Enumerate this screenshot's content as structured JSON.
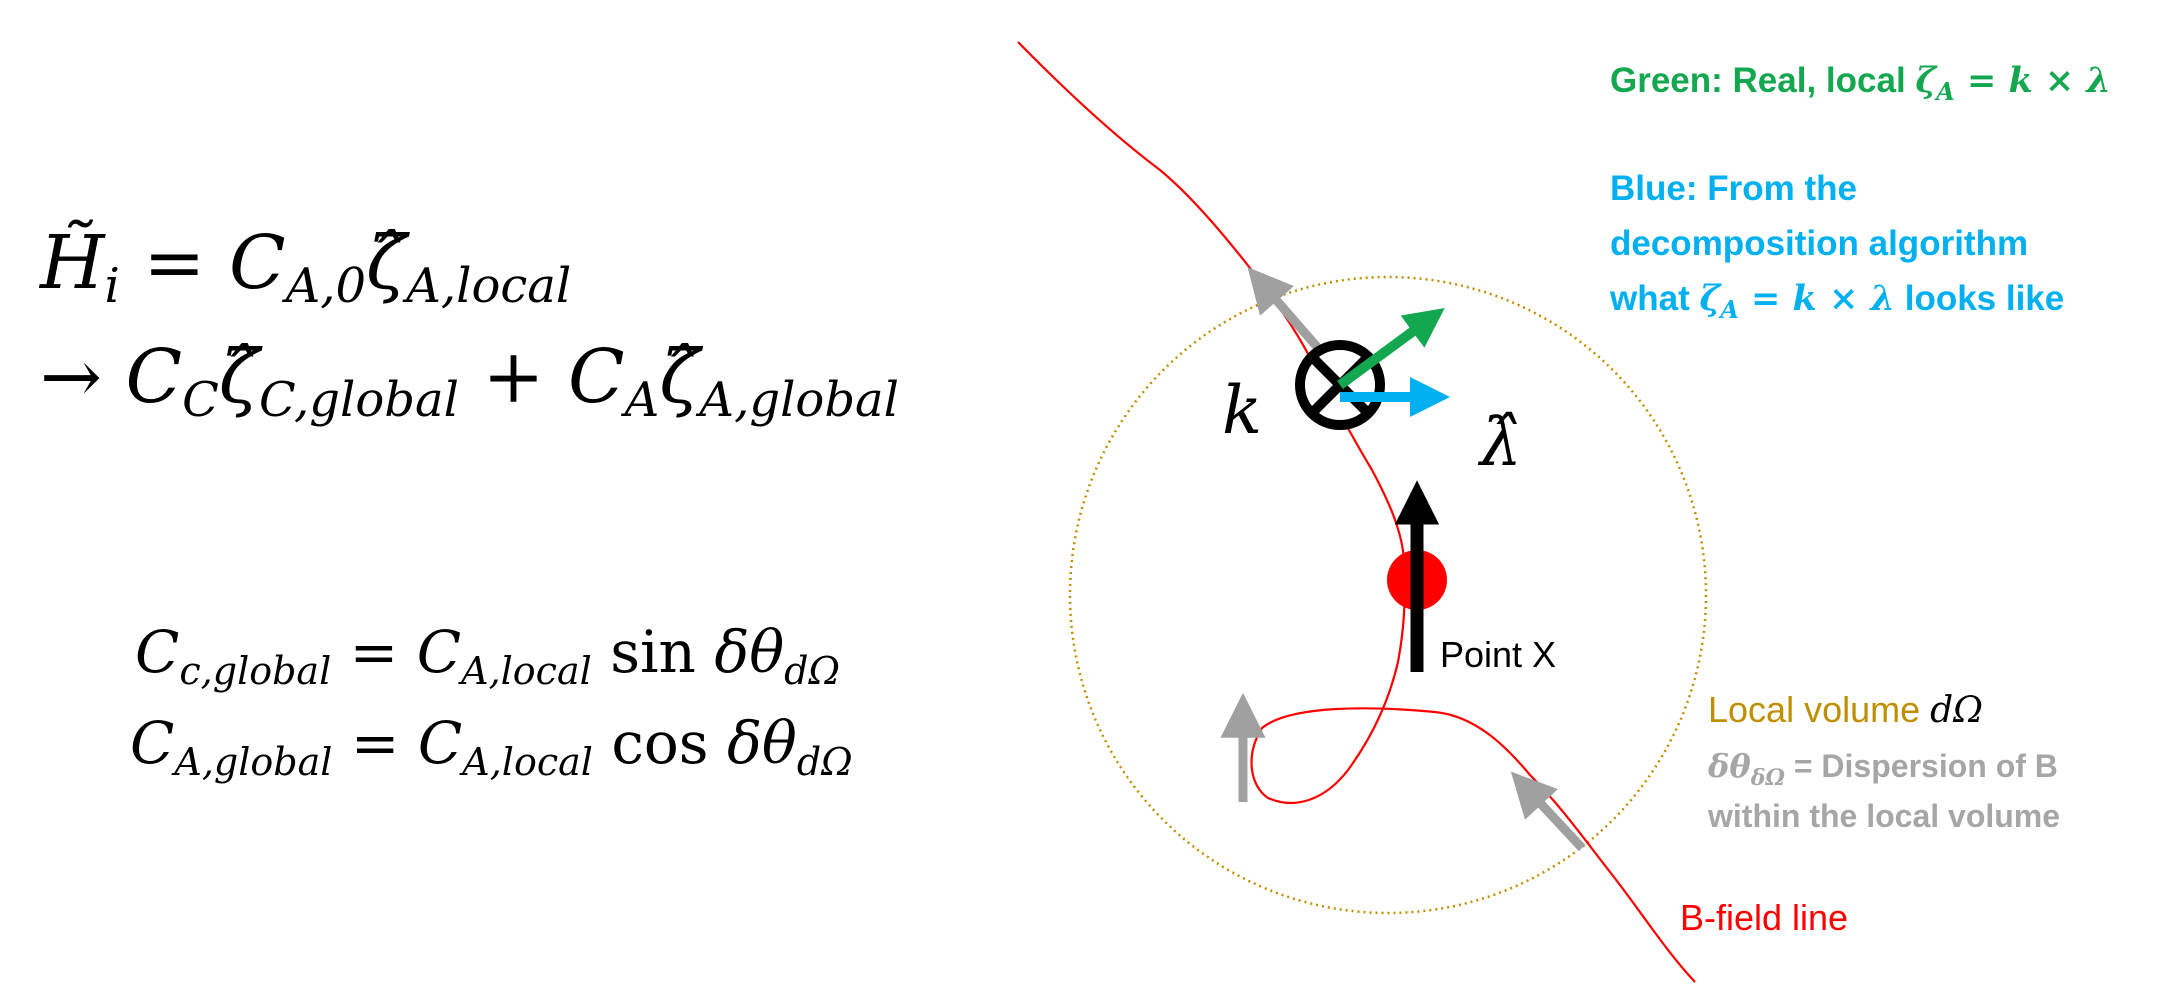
{
  "equations": {
    "main_line1": {
      "lhs": "H̃",
      "lhs_sub": "i",
      "eq": " = ",
      "t1": "C",
      "t1_sub": "A,0",
      "t2": "ζ̂",
      "t2_sub": "A,local"
    },
    "main_line2": {
      "arrow": "→ ",
      "t1": "C",
      "t1_sub": "C",
      "t2": "ζ̂",
      "t2_sub": "C,global",
      "plus": " + ",
      "t3": "C",
      "t3_sub": "A",
      "t4": "ζ̂",
      "t4_sub": "A,global"
    },
    "cc_global": {
      "lhs": "C",
      "lhs_sub": "c,global",
      "eq": " = ",
      "rhs": "C",
      "rhs_sub": "A,local",
      "func": " sin ",
      "theta": "δθ",
      "theta_sub": "dΩ"
    },
    "ca_global": {
      "lhs": "C",
      "lhs_sub": "A,global",
      "eq": " = ",
      "rhs": "C",
      "rhs_sub": "A,local",
      "func": " cos ",
      "theta": "δθ",
      "theta_sub": "dΩ"
    }
  },
  "labels": {
    "green": {
      "text": "Green: Real, local ",
      "zeta": "ζ",
      "zeta_sub": "A",
      "rest": " = k × λ"
    },
    "blue": {
      "line1": "Blue: From the",
      "line2": "decomposition algorithm",
      "line3_pre": "what ",
      "zeta": "ζ",
      "zeta_sub": "A",
      "line3_math": " = k × λ",
      "line3_post": " looks like"
    },
    "k": "k",
    "lambda_hat": "λ̂",
    "point_x": "Point X",
    "local_volume": {
      "text": "Local volume ",
      "math": "dΩ"
    },
    "dispersion": {
      "math": "δθ",
      "math_sub": "δΩ",
      "line1_rest": " = Dispersion of B",
      "line2": "within the local volume"
    },
    "b_field": "B-field line"
  },
  "colors": {
    "green": "#13a74f",
    "blue": "#00b0f0",
    "red": "#ff0000",
    "gold": "#bf8f00",
    "gray": "#a6a6a6",
    "arrow_gray": "#a0a0a0"
  }
}
